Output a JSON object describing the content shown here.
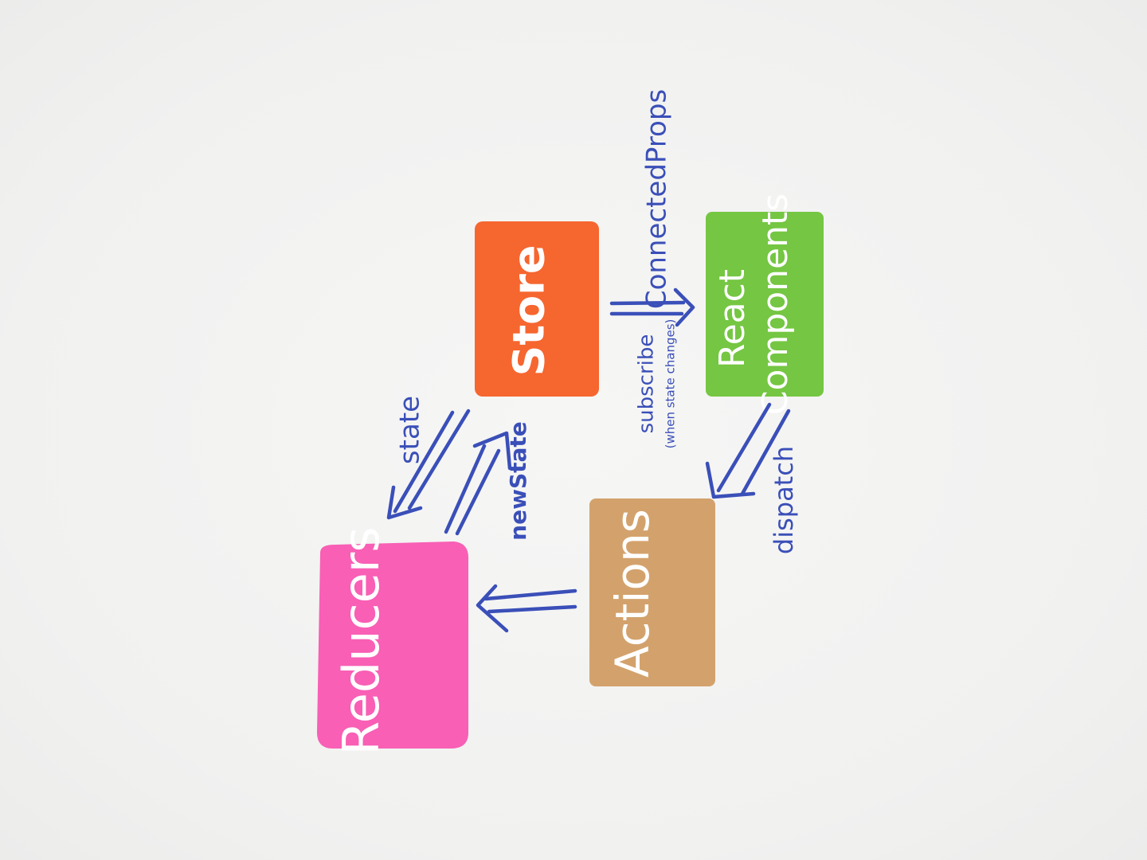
{
  "colors": {
    "store": "#f6662f",
    "react_components": "#75c642",
    "actions": "#d3a26c",
    "reducers": "#f85fb5",
    "arrows": "#3a4fb8",
    "label_text": "#ffffff"
  },
  "nodes": {
    "store": {
      "label": "Store"
    },
    "react_components": {
      "line1": "React",
      "line2": "Components"
    },
    "actions": {
      "label": "Actions"
    },
    "reducers": {
      "label": "Reducers"
    }
  },
  "edges": {
    "connected_props": {
      "label": "ConnectedProps"
    },
    "subscribe": {
      "line1": "subscribe",
      "line2": "(when state changes)"
    },
    "dispatch": {
      "label": "dispatch"
    },
    "state": {
      "label": "state"
    },
    "new_state": {
      "label": "newState"
    }
  }
}
